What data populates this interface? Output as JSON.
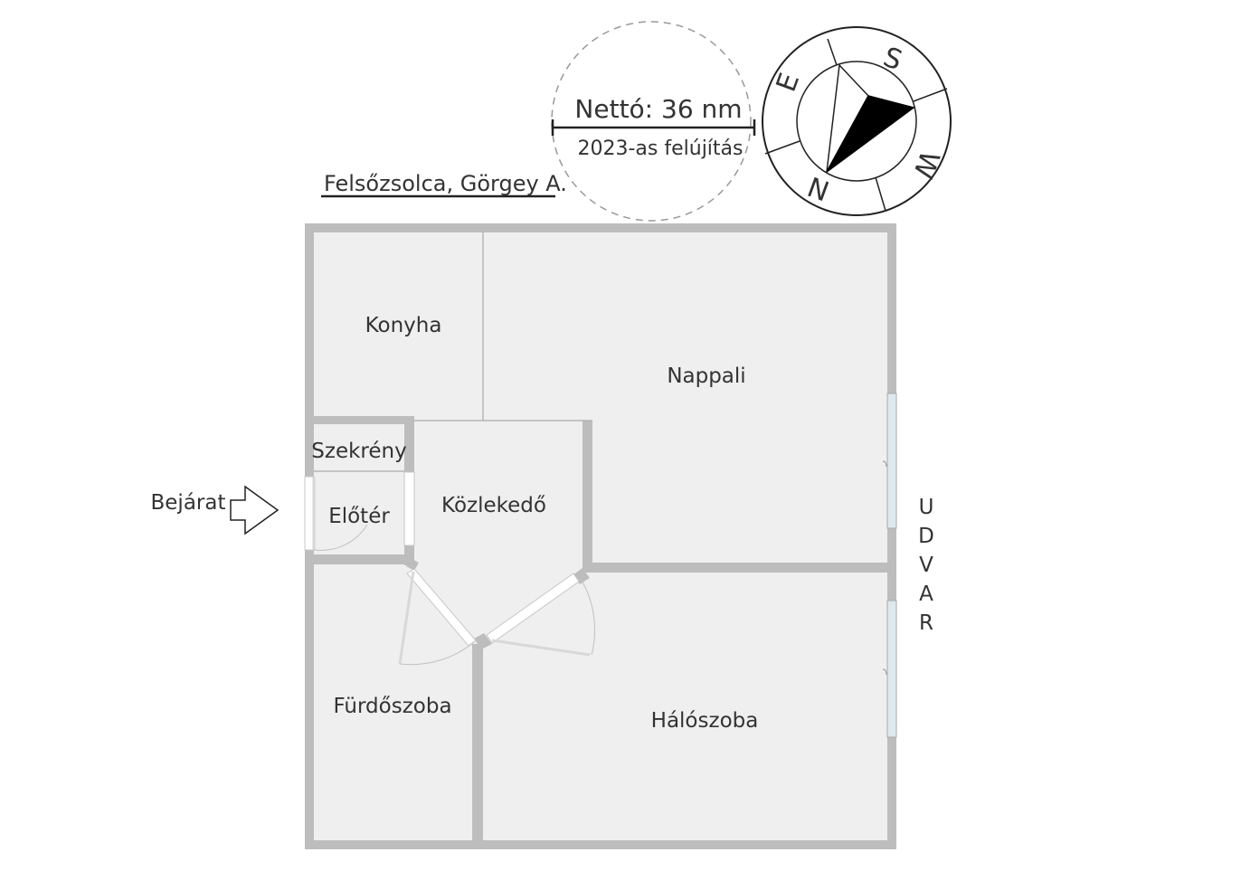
{
  "header": {
    "address": "Felsőzsolca, Görgey A.",
    "net_area": "Nettó: 36 nm",
    "renovation": "2023-as felújítás"
  },
  "compass": {
    "labels": {
      "north": "N",
      "south": "S",
      "east": "E",
      "west": "W"
    }
  },
  "rooms": {
    "kitchen": "Konyha",
    "living": "Nappali",
    "closet": "Szekrény",
    "corridor": "Közlekedő",
    "hall": "Előtér",
    "bathroom": "Fürdőszoba",
    "bedroom": "Hálószoba"
  },
  "entrance": {
    "label": "Bejárat"
  },
  "yard": {
    "letters": [
      "U",
      "D",
      "V",
      "A",
      "R"
    ]
  },
  "colors": {
    "wall": "#bdbdbd",
    "floor": "#efefef",
    "window": "#dce9ee",
    "text": "#333333"
  }
}
